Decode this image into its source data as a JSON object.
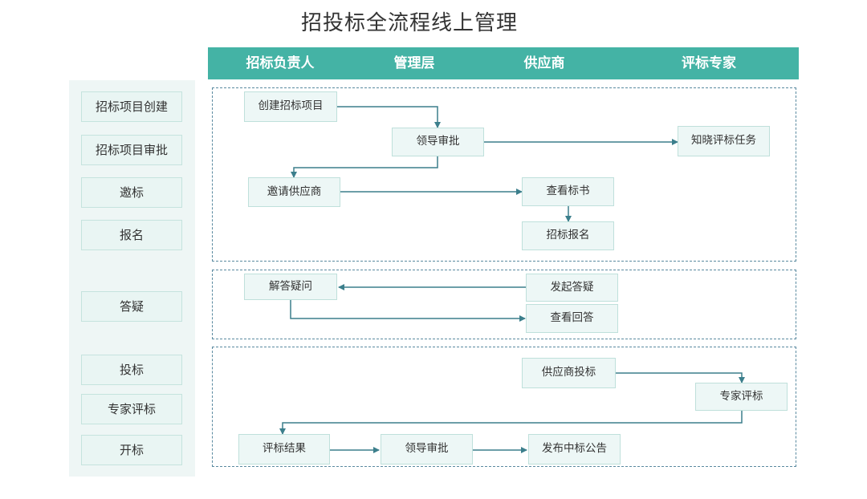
{
  "title": "招投标全流程线上管理",
  "columns": [
    "招标负责人",
    "管理层",
    "供应商",
    "评标专家"
  ],
  "stages": [
    "招标项目创建",
    "招标项目审批",
    "邀标",
    "报名",
    "答疑",
    "投标",
    "专家评标",
    "开标"
  ],
  "nodes": {
    "create_project": "创建招标项目",
    "approve_1": "领导审批",
    "notify_experts": "知晓评标任务",
    "invite_suppliers": "邀请供应商",
    "view_tender_doc": "查看标书",
    "register_bid": "招标报名",
    "answer_questions": "解答疑问",
    "raise_question": "发起答疑",
    "view_answer": "查看回答",
    "supplier_bid": "供应商投标",
    "expert_review": "专家评标",
    "review_result": "评标结果",
    "approve_2": "领导审批",
    "publish_award": "发布中标公告"
  },
  "colors": {
    "header": "#44b3a5",
    "sidebar": "#eef6f5",
    "node_fill": "#edf7f6",
    "node_border": "#bfe0db",
    "arrow": "#3c7f8c",
    "dashed_border": "#5a8aa0"
  }
}
